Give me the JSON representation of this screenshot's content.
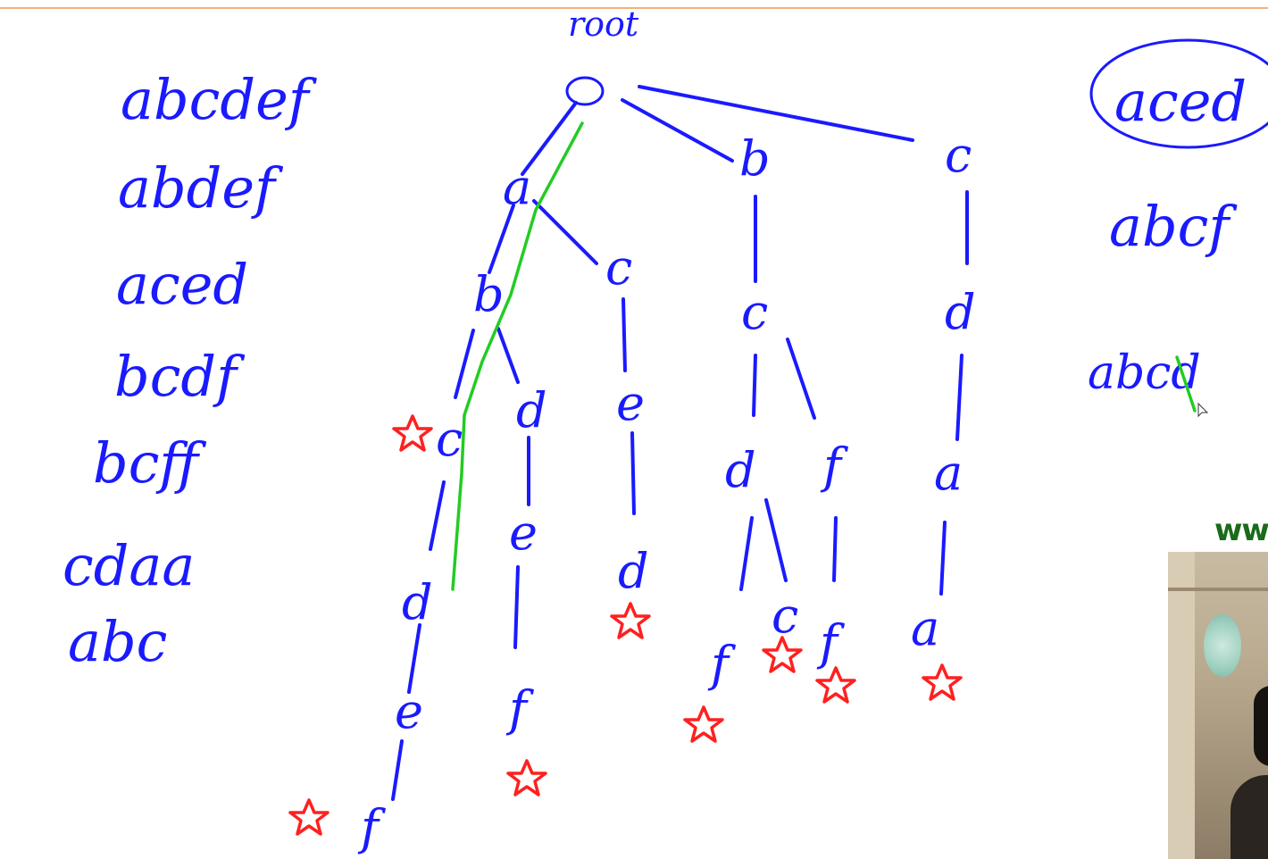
{
  "diagram": {
    "root_label": "root",
    "left_words": [
      "abcdef",
      "abdef",
      "aced",
      "bcdf",
      "bcff",
      "cdaa",
      "abc"
    ],
    "right_words": [
      "aced",
      "abcf",
      "abcd"
    ],
    "nodes": {
      "a": "a",
      "b": "b",
      "c": "c",
      "ab": "b",
      "ac": "c",
      "bc": "c",
      "cd": "d",
      "abc": "c",
      "abd": "d",
      "ace": "e",
      "bcd": "d",
      "bcf": "f",
      "cda": "a",
      "abcd": "d",
      "abde": "e",
      "aced": "d",
      "bcdf": "f",
      "bcdc": "c",
      "bcff": "f",
      "cdaa": "a",
      "abcde": "e",
      "abdef": "f",
      "abcdef": "f"
    },
    "colors": {
      "ink": "#1a1aff",
      "highlight_path": "#22cc22",
      "end_marker": "#ff2020"
    }
  },
  "overlay": {
    "brand_text": "ww"
  }
}
